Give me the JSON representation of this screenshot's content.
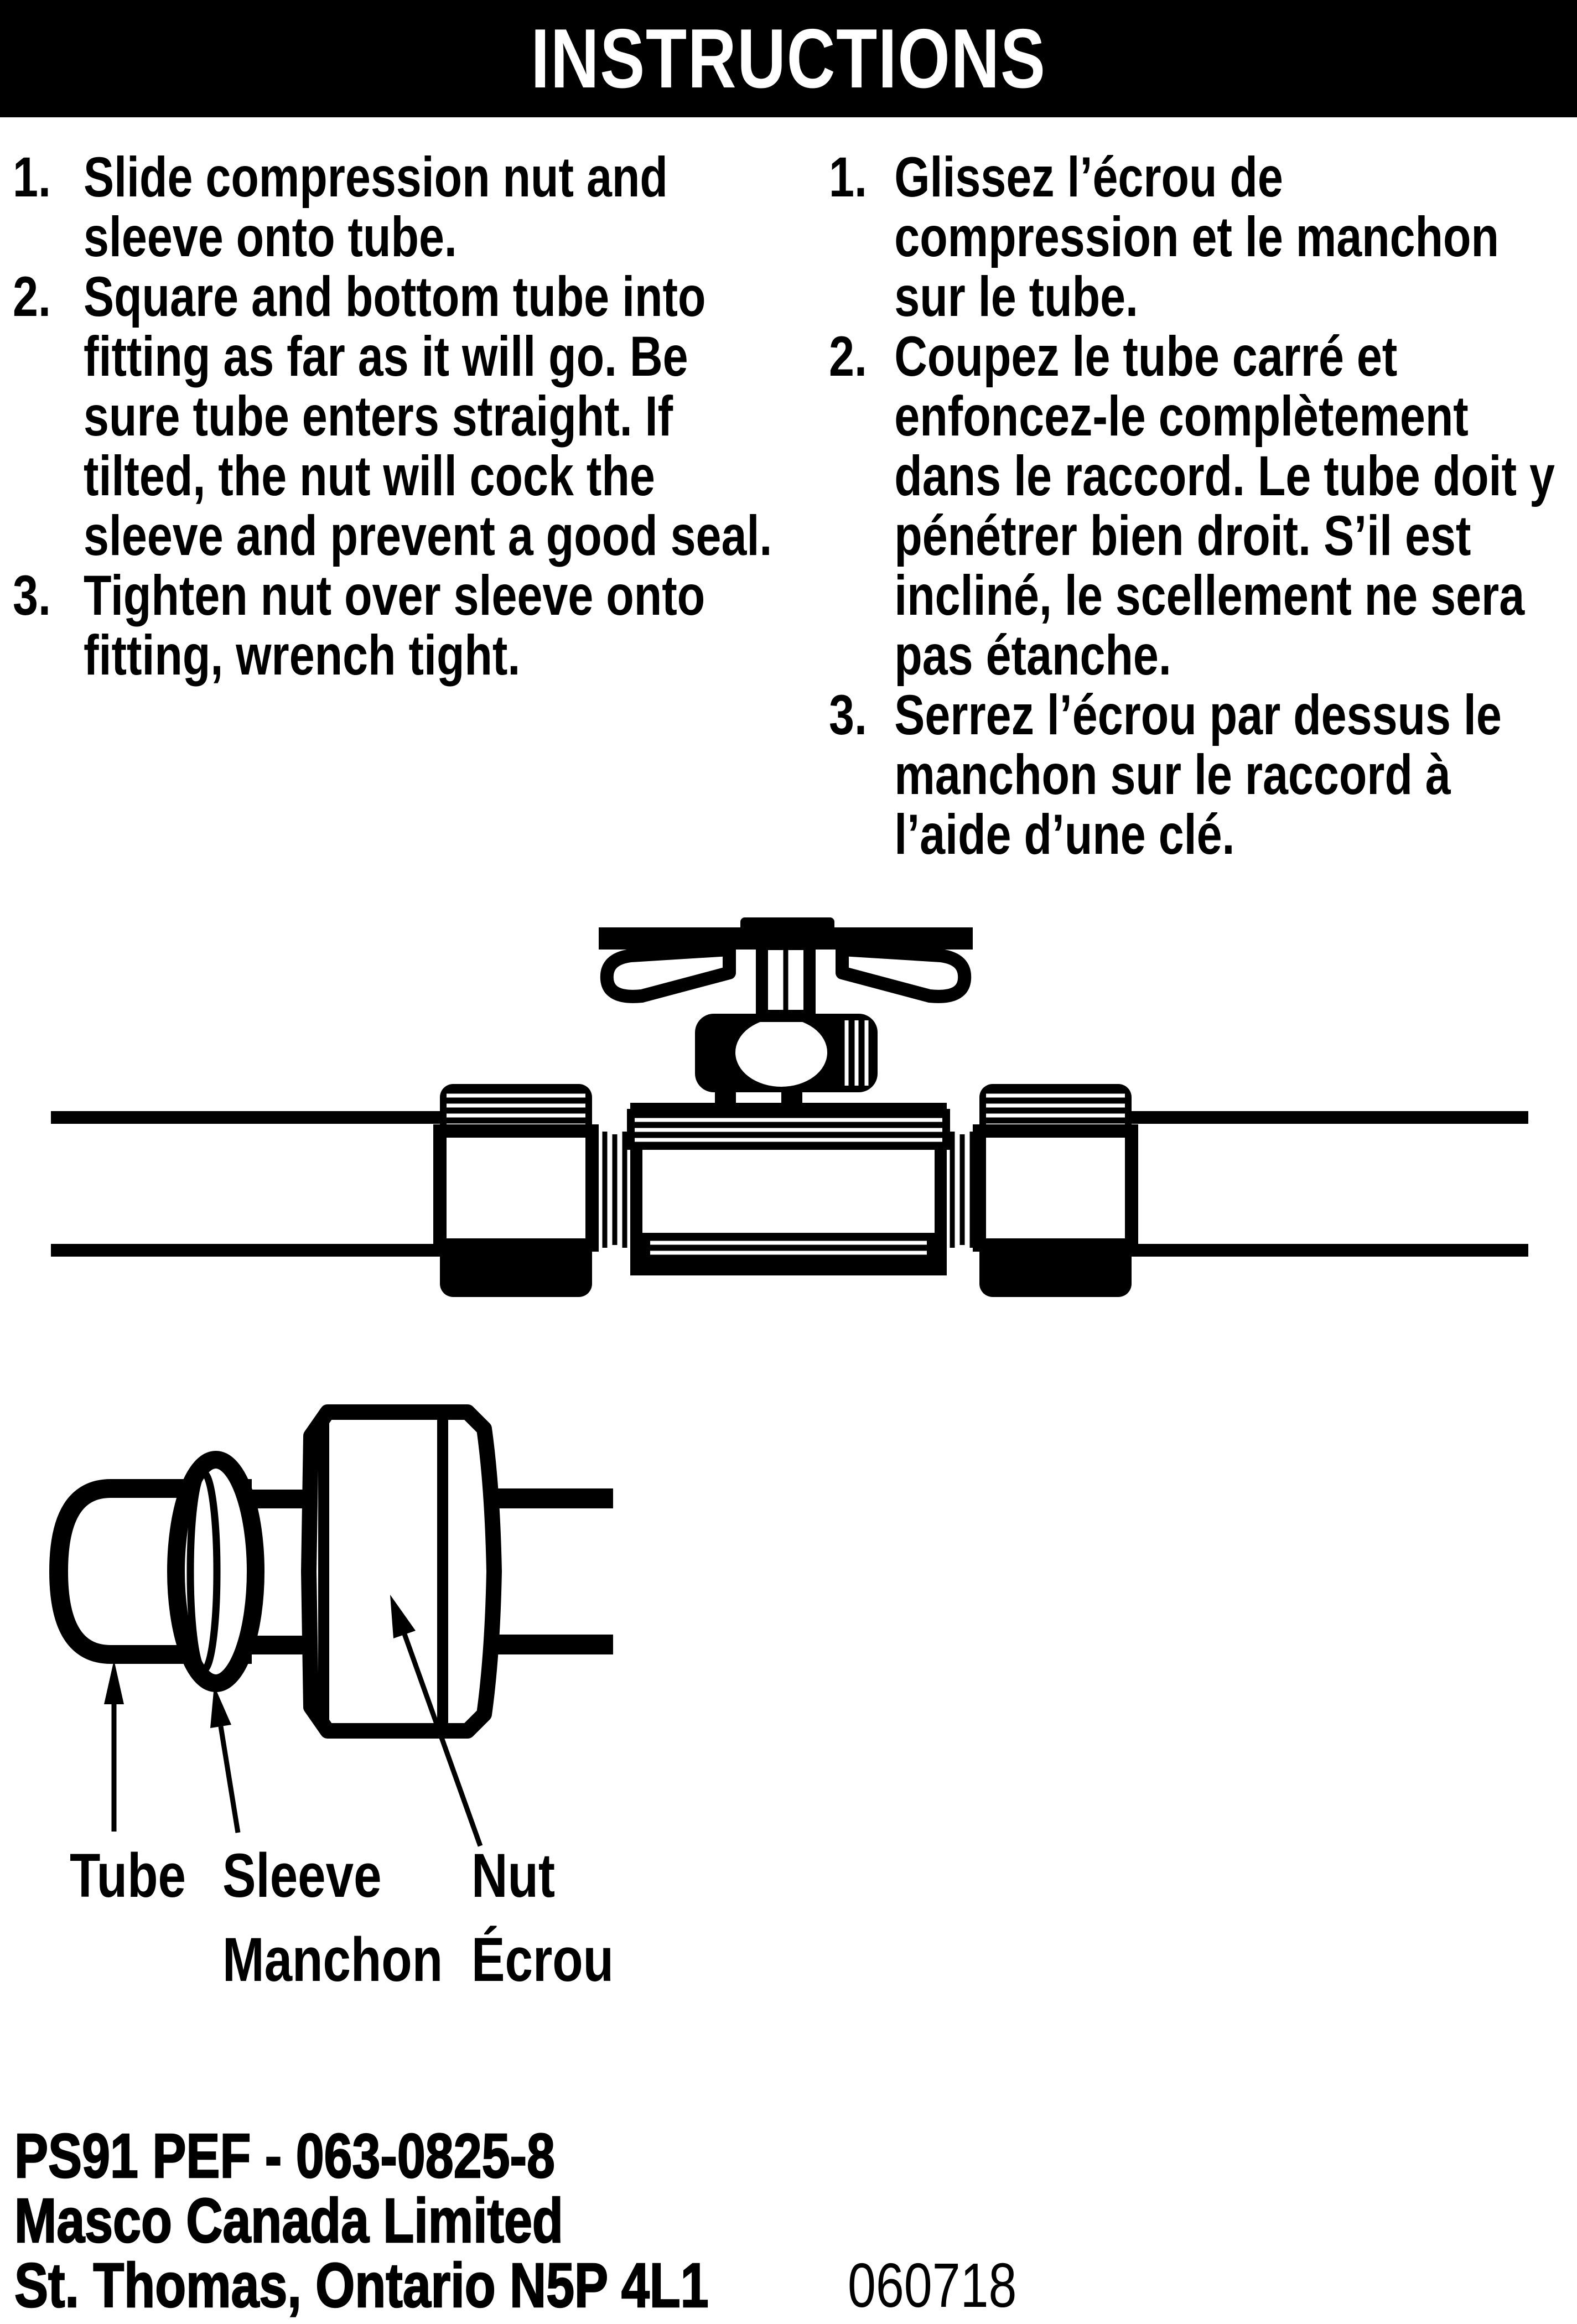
{
  "header": {
    "title": "INSTRUCTIONS"
  },
  "instructions_en": {
    "items": [
      {
        "num": "1.",
        "lines": [
          "Slide compression nut and",
          "sleeve onto tube."
        ]
      },
      {
        "num": "2.",
        "lines": [
          "Square and bottom tube into",
          "fitting as far as it will go. Be",
          "sure tube enters straight. If",
          "tilted, the nut will cock the",
          "sleeve and prevent a good seal."
        ]
      },
      {
        "num": "3.",
        "lines": [
          "Tighten nut over sleeve onto",
          "fitting, wrench tight."
        ]
      }
    ]
  },
  "instructions_fr": {
    "items": [
      {
        "num": "1.",
        "lines": [
          "Glissez l’écrou de",
          "compression et le manchon",
          "sur le tube."
        ]
      },
      {
        "num": "2.",
        "lines": [
          "Coupez le tube carré et",
          "enfoncez-le complètement",
          "dans le raccord. Le tube doit y",
          "pénétrer bien droit. S’il est",
          "incliné, le scellement ne sera",
          "pas étanche."
        ]
      },
      {
        "num": "3.",
        "lines": [
          "Serrez l’écrou par dessus le",
          "manchon sur le raccord à",
          "l’aide d’une clé."
        ]
      }
    ]
  },
  "fitting_labels": {
    "tube": "Tube",
    "sleeve_en": "Sleeve",
    "sleeve_fr": "Manchon",
    "nut_en": "Nut",
    "nut_fr": "Écrou"
  },
  "footer": {
    "part_number": "PS91 PEF - 063-0825-8",
    "company": "Masco Canada Limited",
    "address": "St. Thomas, Ontario  N5P 4L1",
    "date_code": "060718"
  },
  "colors": {
    "page_bg": "#ffffff",
    "ink": "#000000",
    "header_bg": "#000000",
    "header_text": "#ffffff"
  }
}
